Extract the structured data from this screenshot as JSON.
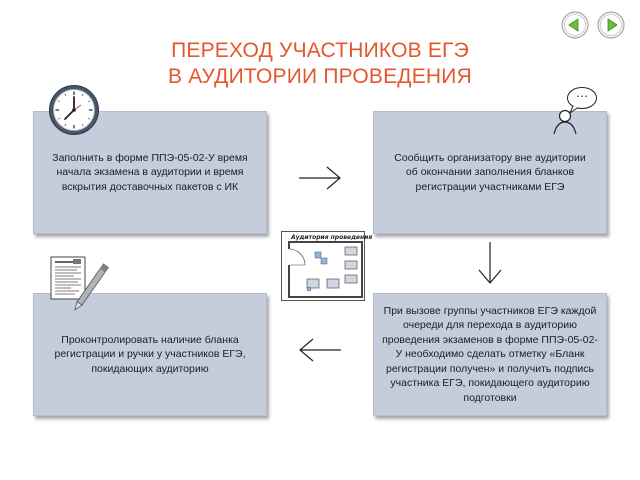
{
  "title": {
    "line1": "ПЕРЕХОД УЧАСТНИКОВ ЕГЭ",
    "line2": "В АУДИТОРИИ ПРОВЕДЕНИЯ"
  },
  "nav": {
    "prev_icon": "arrow-left-icon",
    "next_icon": "arrow-right-icon",
    "accent": "#6bbf3a"
  },
  "cards": {
    "step1": "Заполнить в форме ППЭ-05-02-У время начала экзамена в аудитории и время вскрытия доставочных пакетов с ИК",
    "step2": "Сообщить организатору вне аудитории об окончании заполнения бланков регистрации участниками ЕГЭ",
    "step3": "При вызове группы участников ЕГЭ каждой очереди для перехода в аудиторию проведения экзаменов в форме ППЭ-05-02-У необходимо сделать отметку «Бланк регистрации получен» и получить подпись участника ЕГЭ, покидающего аудиторию подготовки",
    "step4": "Проконтролировать наличие бланка регистрации и ручки у участников ЕГЭ, покидающих аудиторию"
  },
  "plan": {
    "label": "Аудитория проведения"
  },
  "speech": {
    "text": "…"
  },
  "colors": {
    "title": "#e4572e",
    "card_bg": "#c5ccdb"
  }
}
